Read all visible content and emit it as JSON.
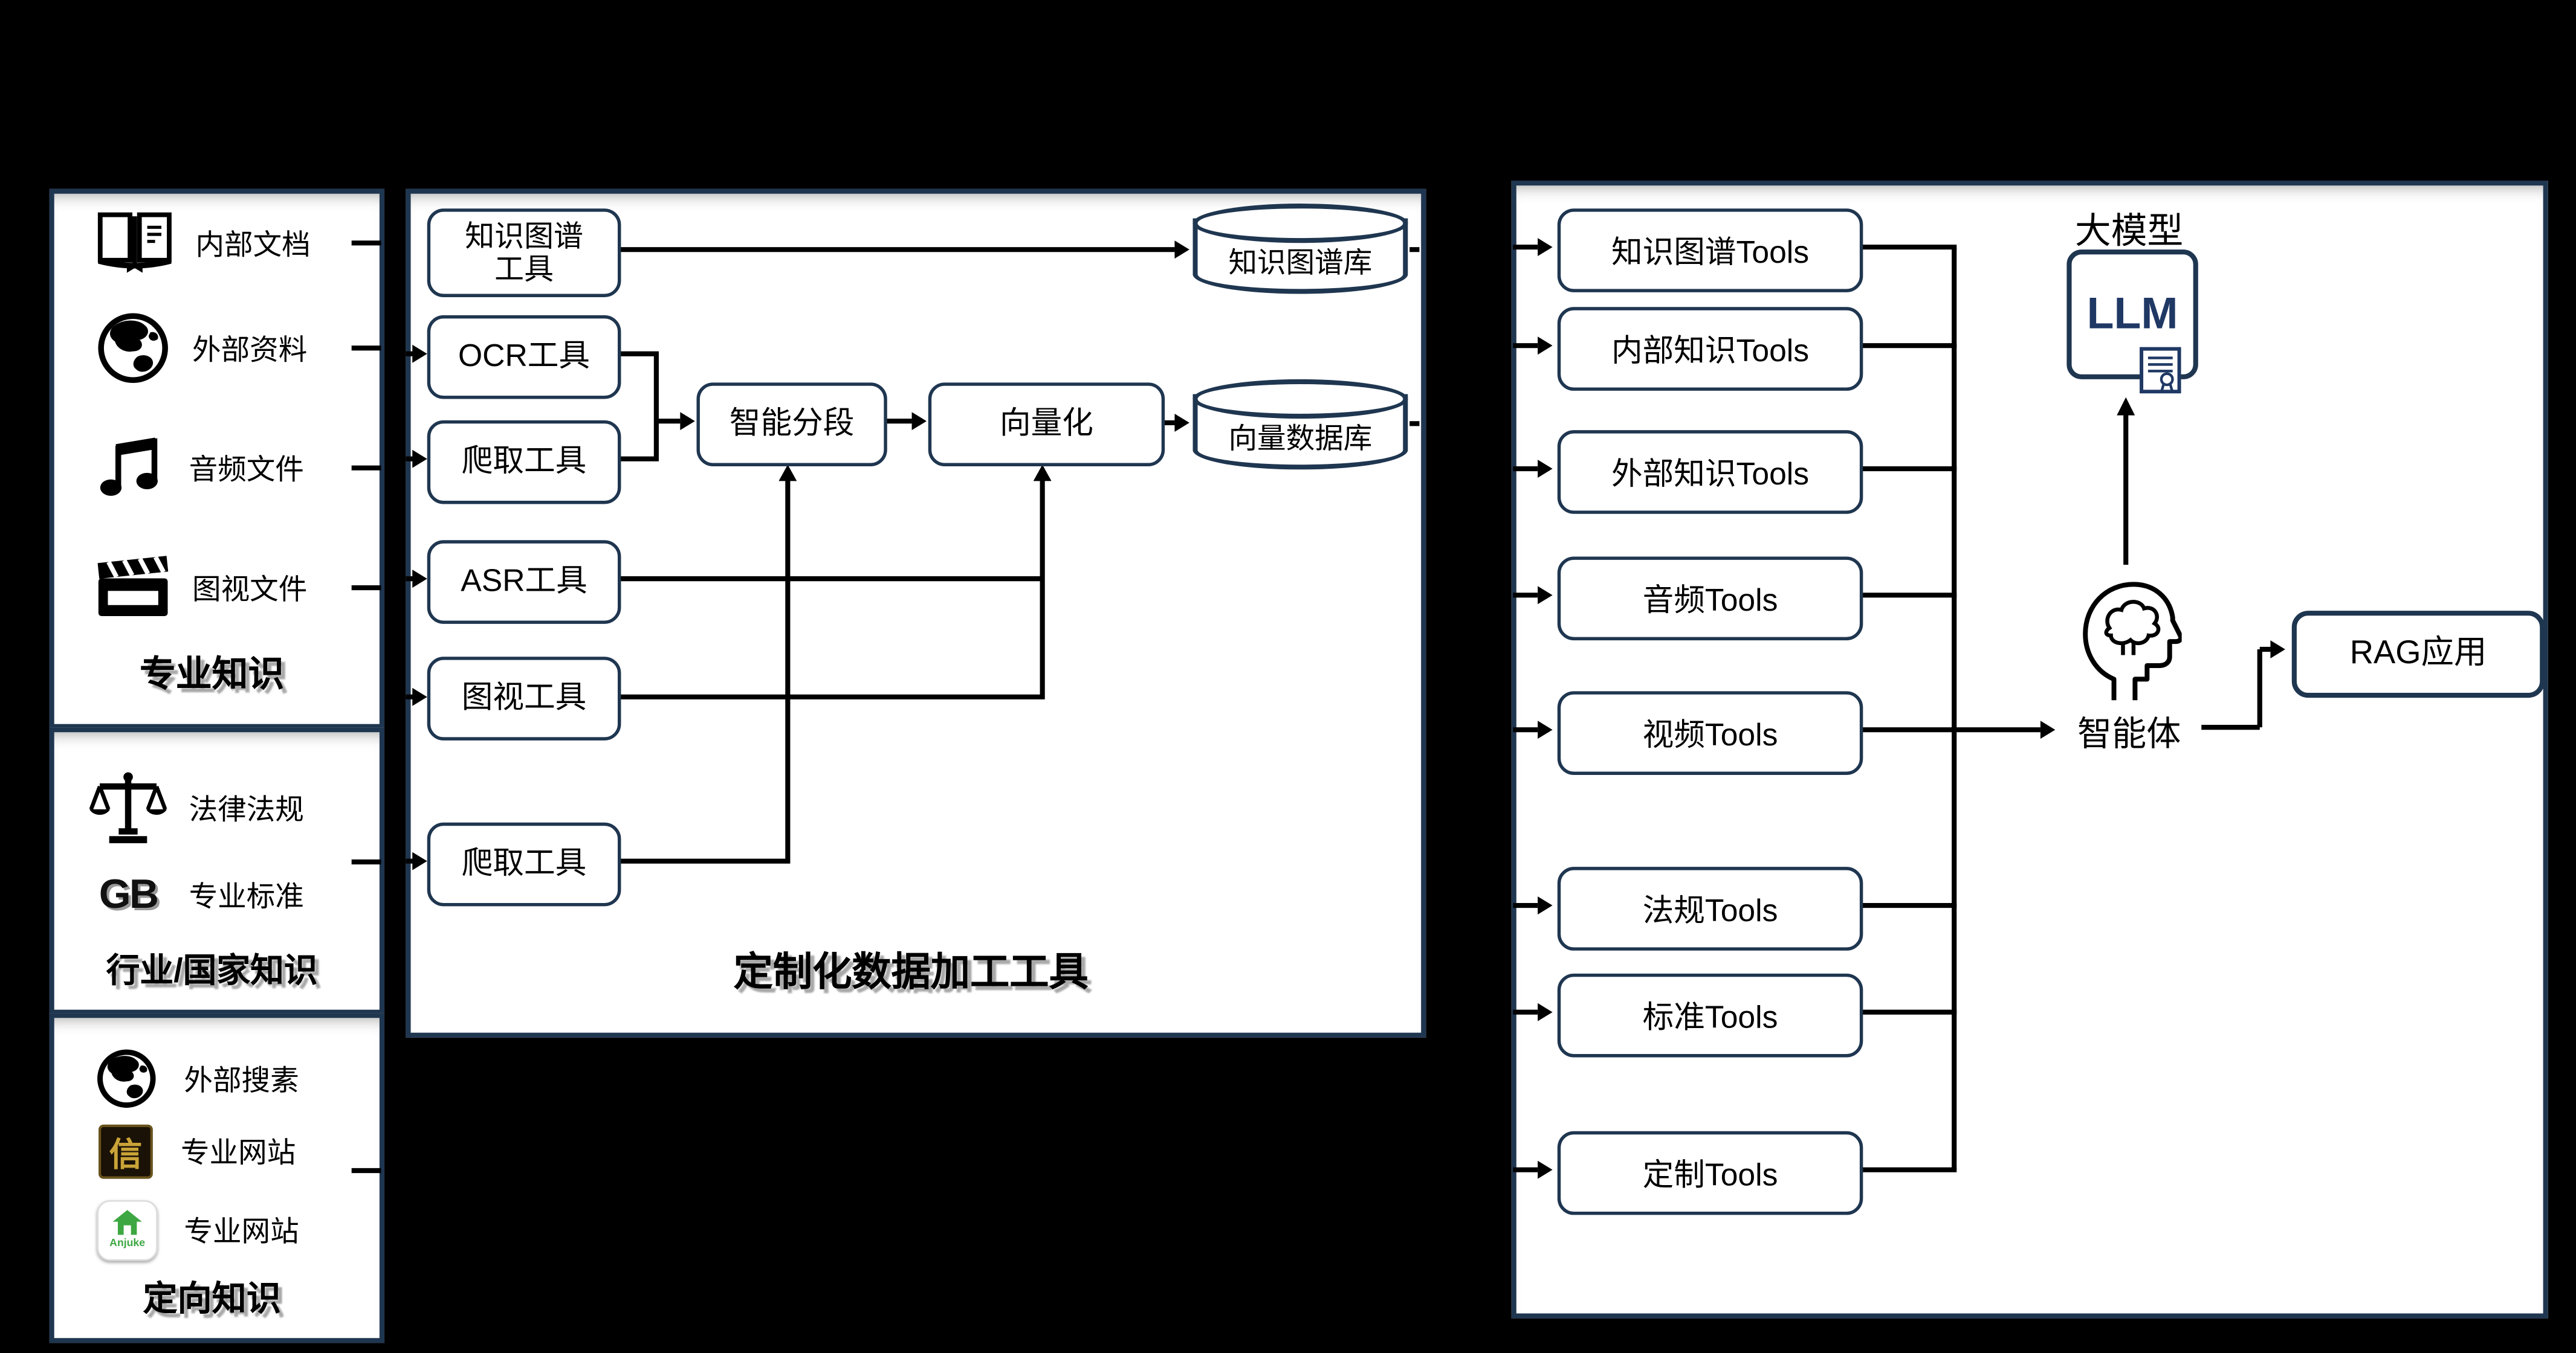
{
  "colors": {
    "background": "#000000",
    "panel_fill": "#ffffff",
    "panel_border": "#1f3650",
    "line": "#000000",
    "navy_text": "#1f3864",
    "anjuke_green": "#3DA742",
    "gold_badge": "#c9a338"
  },
  "left_panel": {
    "sections": [
      {
        "title": "专业知识",
        "items": [
          {
            "icon": "book-icon",
            "label": "内部文档"
          },
          {
            "icon": "globe-icon",
            "label": "外部资料"
          },
          {
            "icon": "music-note-icon",
            "label": "音频文件"
          },
          {
            "icon": "clapperboard-icon",
            "label": "图视文件"
          }
        ]
      },
      {
        "title": "行业/国家知识",
        "items": [
          {
            "icon": "scales-icon",
            "label": "法律法规"
          },
          {
            "icon": "gb-standard-icon",
            "icon_text": "GB",
            "label": "专业标准"
          }
        ]
      },
      {
        "title": "定向知识",
        "items": [
          {
            "icon": "globe-icon",
            "label": "外部搜素"
          },
          {
            "icon": "xin-badge-icon",
            "icon_text": "信",
            "label": "专业网站"
          },
          {
            "icon": "anjuke-icon",
            "icon_text": "Anjuke",
            "label": "专业网站"
          }
        ]
      }
    ]
  },
  "middle_panel": {
    "title": "定制化数据加工工具",
    "boxes": {
      "kg_tool_line1": "知识图谱",
      "kg_tool_line2": "工具",
      "ocr": "OCR工具",
      "crawl_top": "爬取工具",
      "asr": "ASR工具",
      "visual": "图视工具",
      "crawl_bottom": "爬取工具",
      "segment": "智能分段",
      "vectorize": "向量化"
    },
    "cylinders": {
      "kg_db": "知识图谱库",
      "vector_db": "向量数据库"
    }
  },
  "right_panel": {
    "tools": [
      {
        "label": "知识图谱Tools"
      },
      {
        "label": "内部知识Tools"
      },
      {
        "label": "外部知识Tools"
      },
      {
        "label": "音频Tools"
      },
      {
        "label": "视频Tools"
      },
      {
        "label": "法规Tools"
      },
      {
        "label": "标准Tools"
      },
      {
        "label": "定制Tools"
      }
    ],
    "llm": {
      "caption": "大模型",
      "label": "LLM"
    },
    "agent": {
      "label": "智能体"
    },
    "rag": {
      "label": "RAG应用"
    }
  }
}
